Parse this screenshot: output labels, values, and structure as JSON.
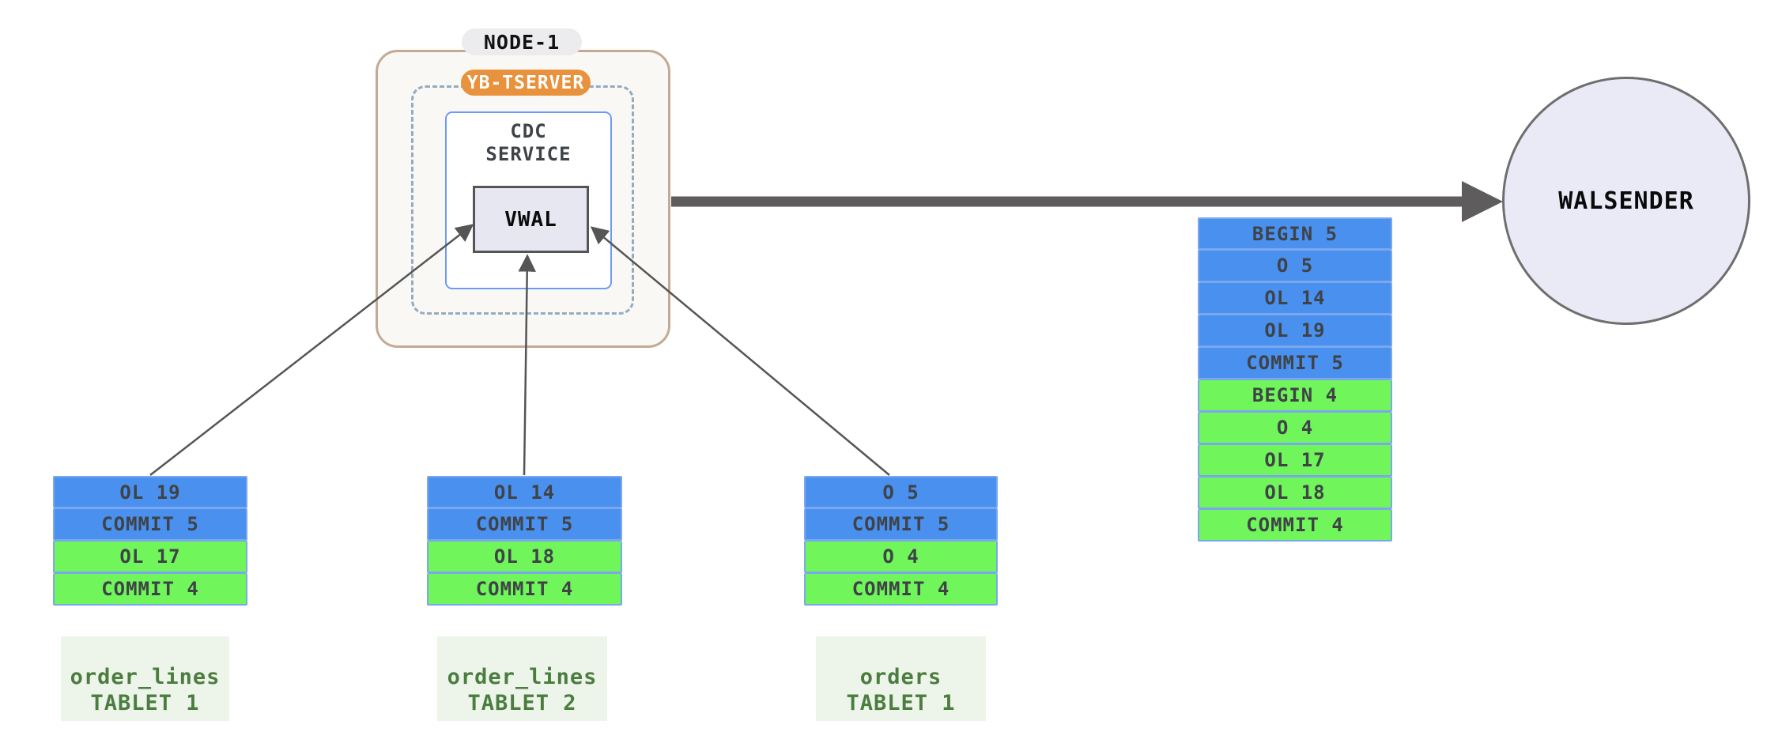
{
  "node": {
    "label": "NODE-1",
    "tserver_label": "YB-TSERVER",
    "cdc_service": {
      "line1": "CDC",
      "line2": "SERVICE"
    },
    "vwal_label": "VWAL"
  },
  "walsender": {
    "label": "WALSENDER"
  },
  "merged_stream": {
    "rows": [
      {
        "label": "BEGIN 5",
        "color": "blue"
      },
      {
        "label": "O 5",
        "color": "blue"
      },
      {
        "label": "OL 14",
        "color": "blue"
      },
      {
        "label": "OL 19",
        "color": "blue"
      },
      {
        "label": "COMMIT 5",
        "color": "blue"
      },
      {
        "label": "BEGIN 4",
        "color": "green"
      },
      {
        "label": "O 4",
        "color": "green"
      },
      {
        "label": "OL 17",
        "color": "green"
      },
      {
        "label": "OL 18",
        "color": "green"
      },
      {
        "label": "COMMIT 4",
        "color": "green"
      }
    ]
  },
  "tablets": [
    {
      "name_line1": "order_lines",
      "name_line2": "TABLET 1",
      "rows": [
        {
          "label": "OL 19",
          "color": "blue"
        },
        {
          "label": "COMMIT 5",
          "color": "blue"
        },
        {
          "label": "OL 17",
          "color": "green"
        },
        {
          "label": "COMMIT 4",
          "color": "green"
        }
      ]
    },
    {
      "name_line1": "order_lines",
      "name_line2": "TABLET 2",
      "rows": [
        {
          "label": "OL 14",
          "color": "blue"
        },
        {
          "label": "COMMIT 5",
          "color": "blue"
        },
        {
          "label": "OL 18",
          "color": "green"
        },
        {
          "label": "COMMIT 4",
          "color": "green"
        }
      ]
    },
    {
      "name_line1": "orders",
      "name_line2": "TABLET 1",
      "rows": [
        {
          "label": "O 5",
          "color": "blue"
        },
        {
          "label": "COMMIT 5",
          "color": "blue"
        },
        {
          "label": "O 4",
          "color": "green"
        },
        {
          "label": "COMMIT 4",
          "color": "green"
        }
      ]
    }
  ],
  "colors": {
    "row_blue": "#4a90ee",
    "row_green": "#70f55b",
    "cell_border": "#7aa7ef",
    "row_text": "#3f4347",
    "node_border": "#c2aa95",
    "node_fill": "#faf8f5",
    "node_pill_bg": "#ececef",
    "tserver_bg": "#e9923e",
    "dashed_border": "#94acc0",
    "cdc_border": "#6b9cf2",
    "vwal_fill": "#e7e7f1",
    "vwal_border": "#555555",
    "arrow": "#555555",
    "thick_arrow": "#5e5c5c",
    "walsender_fill": "#e9eaf5",
    "walsender_border": "#6e6e6e",
    "label_bg": "#edf4ea",
    "label_text": "#4b7d3f"
  }
}
